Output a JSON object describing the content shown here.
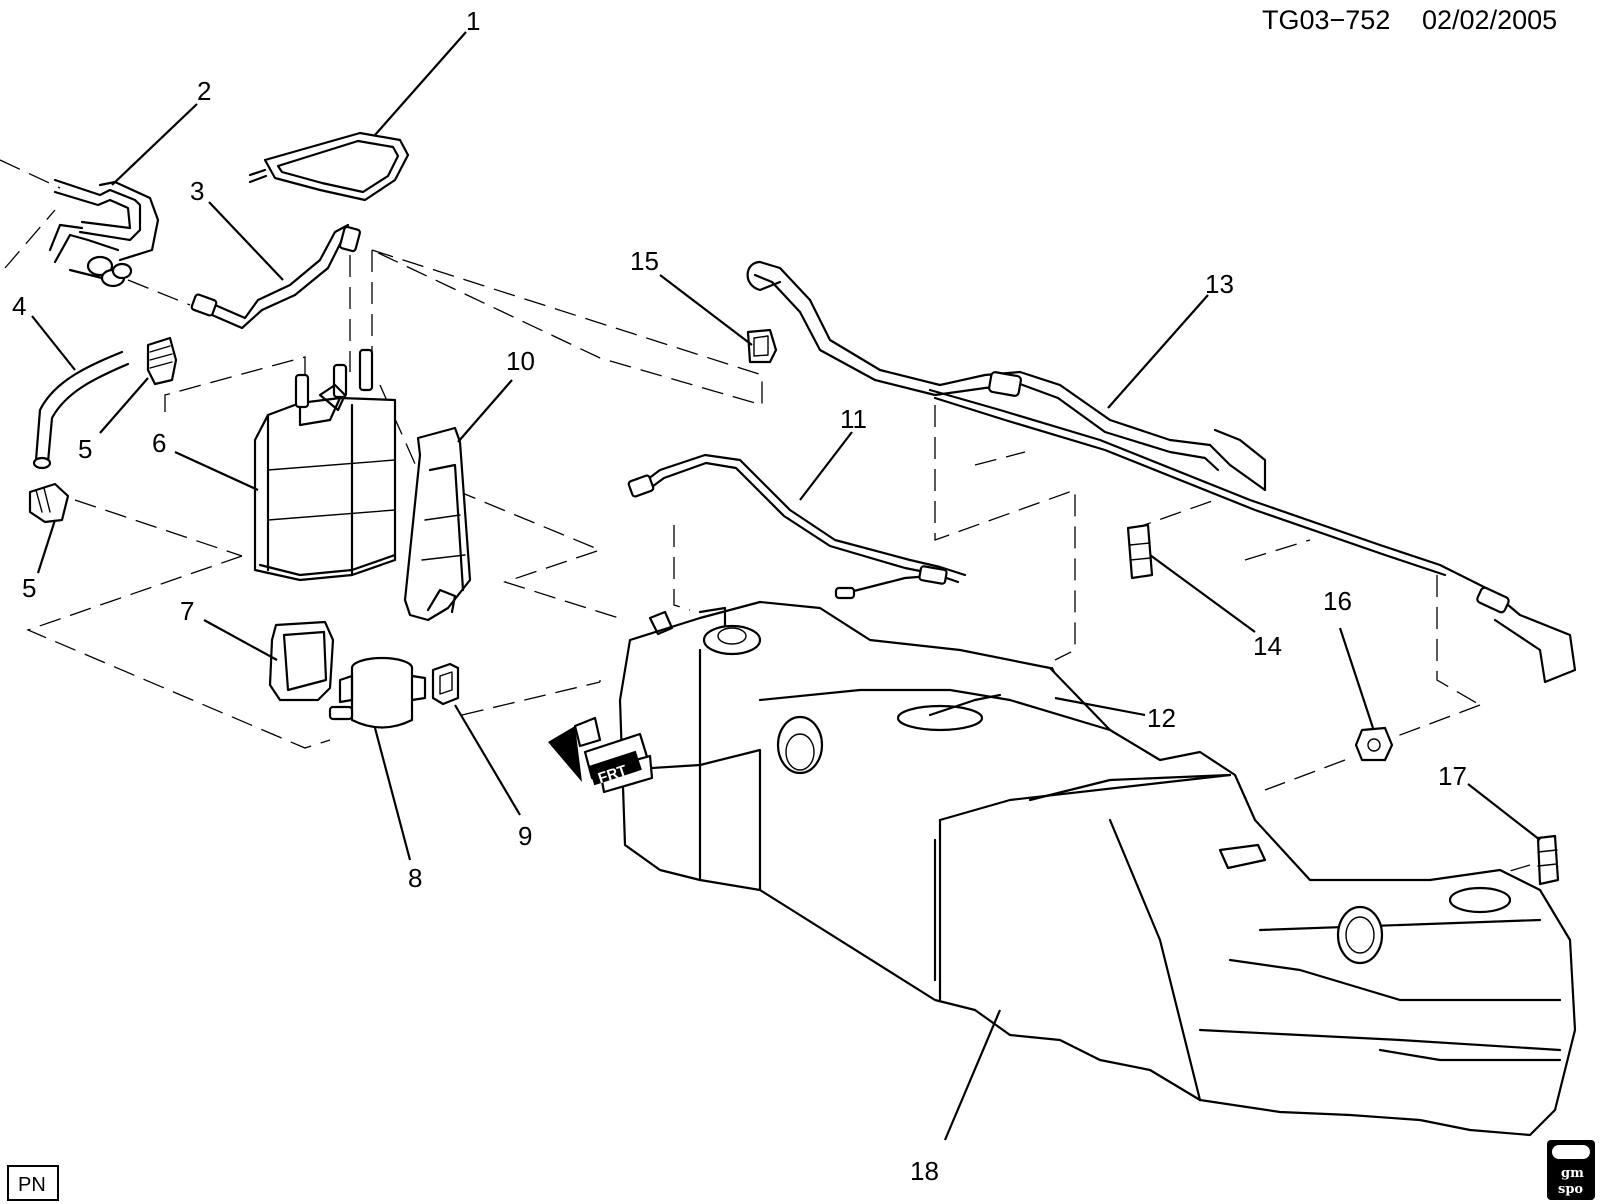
{
  "header": {
    "figure_id": "TG03−752",
    "date": "02/02/2005"
  },
  "callouts": [
    {
      "num": "1",
      "name": "callout-1"
    },
    {
      "num": "2",
      "name": "callout-2"
    },
    {
      "num": "3",
      "name": "callout-3"
    },
    {
      "num": "4",
      "name": "callout-4"
    },
    {
      "num": "5",
      "name": "callout-5-upper"
    },
    {
      "num": "5",
      "name": "callout-5-lower"
    },
    {
      "num": "6",
      "name": "callout-6"
    },
    {
      "num": "7",
      "name": "callout-7"
    },
    {
      "num": "8",
      "name": "callout-8"
    },
    {
      "num": "9",
      "name": "callout-9"
    },
    {
      "num": "10",
      "name": "callout-10"
    },
    {
      "num": "11",
      "name": "callout-11"
    },
    {
      "num": "12",
      "name": "callout-12"
    },
    {
      "num": "13",
      "name": "callout-13"
    },
    {
      "num": "14",
      "name": "callout-14"
    },
    {
      "num": "15",
      "name": "callout-15"
    },
    {
      "num": "16",
      "name": "callout-16"
    },
    {
      "num": "17",
      "name": "callout-17"
    },
    {
      "num": "18",
      "name": "callout-18"
    }
  ],
  "badges": {
    "pn": "PN",
    "frt": "FRT",
    "gm_top": "gm",
    "gm_bottom": "spo"
  }
}
